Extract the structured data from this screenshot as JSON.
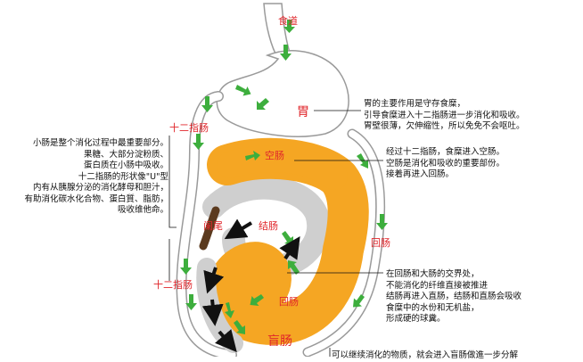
{
  "labels": {
    "esophagus": "食道",
    "stomach": "胃",
    "duodenum_upper": "十二指肠",
    "jejunum": "空肠",
    "appendix": "阑尾",
    "colon": "结肠",
    "ileum_right": "回肠",
    "duodenum_lower": "十二指肠",
    "ileum": "回肠",
    "cecum": "盲肠"
  },
  "notes": {
    "stomach": [
      "胃的主要作用是守存食糜，",
      "引导食糜进入十二指肠进一步消化和吸收。",
      "胃壁很薄，欠伸缩性，所以免免不会呕吐。"
    ],
    "small_intestine": [
      "小肠是整个消化过程中最重要部分。",
      "果糖、大部分淀粉质、",
      "蛋白质在小肠中吸收。",
      "十二指肠的形状像\"U\"型",
      "内有从胰腺分泌的消化酵母和胆汁，",
      "有助消化碳水化合物、蛋白質、脂肪，",
      "吸收维他命。"
    ],
    "jejunum": [
      "经过十二指肠，食糜进入空肠。",
      "空肠是消化和吸收的重要部份。",
      "接着再进入回肠。"
    ],
    "ileocecal": [
      "在回肠和大肠的交界处，",
      "不能消化的纤维直接被推进",
      "结肠再进入直肠，结肠和直肠会吸收",
      "食糜中的水份和无机盐，",
      "形成硬的球糞。"
    ],
    "bottom": [
      "可以继续消化的物质，就会进入盲肠做進一步分解"
    ]
  },
  "colors": {
    "label_red": "#e0262b",
    "arrow_green": "#3dae3d",
    "outline": "#9a9a9a",
    "small_intestine": "#f5a623",
    "colon_fill": "#d7d7d7",
    "appendix": "#5b3a1e"
  }
}
